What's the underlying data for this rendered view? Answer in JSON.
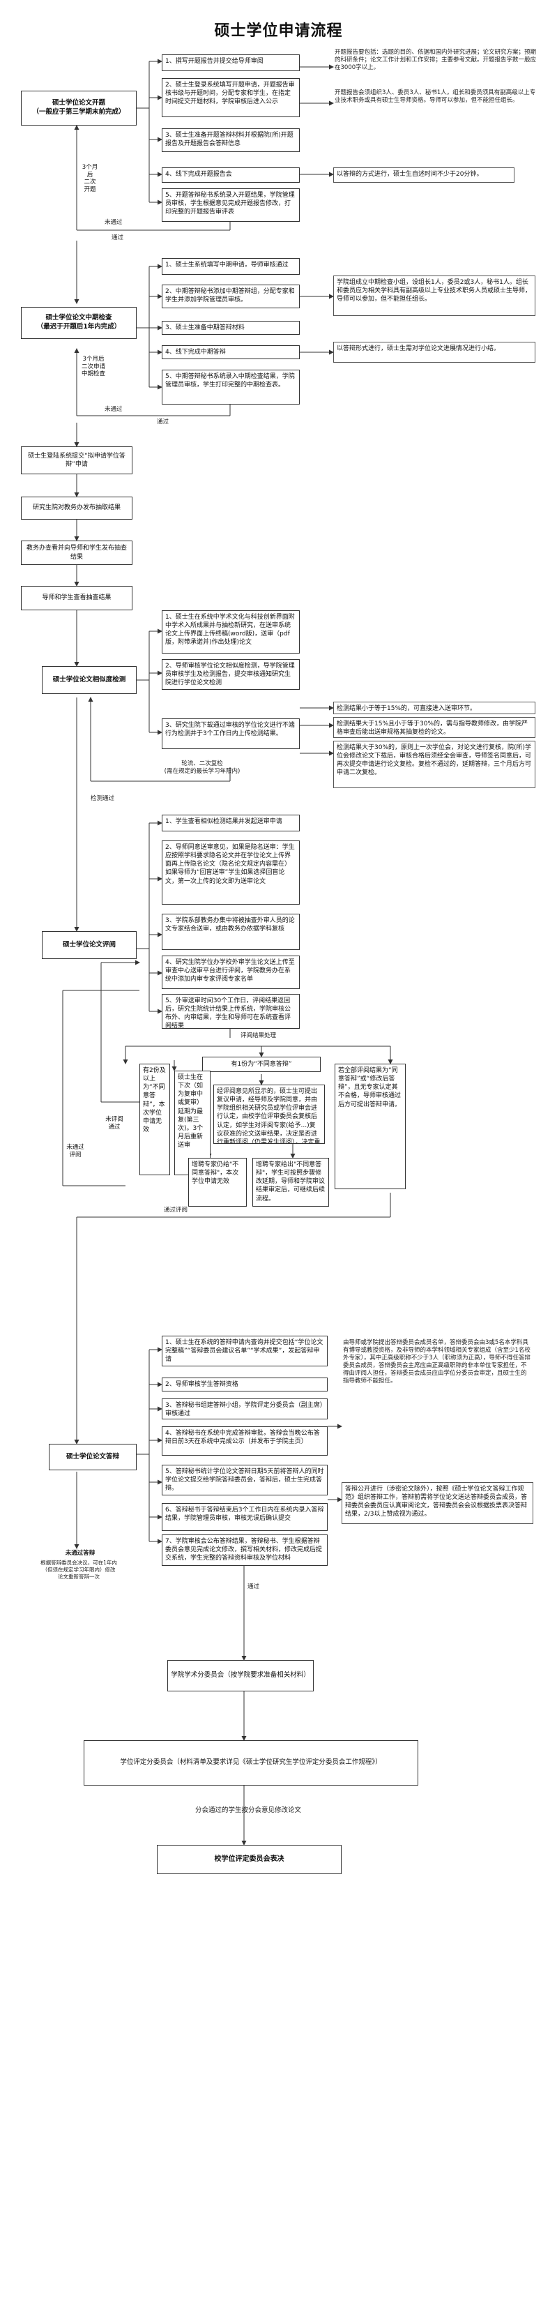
{
  "title": "硕士学位申请流程",
  "stage1": {
    "main": "硕士学位论文开题\n（一般应于第三学期末前完成）",
    "steps": [
      "1、撰写开题报告并提交给导师审阅",
      "2、硕士生登录系统填写开题申请，开题报告审核书级与开题时间，分配专家和学生，在指定时间提交开题材料，学院审核后进入公示",
      "3、硕士生准备开题答辩材料并根据院(所)开题报告及开题报告会答辩信息",
      "4、线下完成开题报告会",
      "5、开题答辩秘书系统录入开题结果，学院管理员审核，学生根据意见完成开题报告修改，打印完整的开题报告审评表"
    ],
    "notes": [
      "开题报告要包括：选题的目的、依据和国内外研究进展；论文研究方案；预期的科研条件；论文工作计划和工作安排；主要参考文献。开题报告字数一般应在3000字以上。",
      "开题报告会须组织3人、委员3人、秘书1人，组长和委员须具有副高级以上专业技术职务或具有硕士生导师资格。导师可以参加，但不能担任组长。",
      "以答辩的方式进行，硕士生自述时间不少于20分钟。"
    ],
    "loop": "3个月后\n二次\n开题",
    "fail": "未通过",
    "pass": "通过"
  },
  "stage2": {
    "main": "硕士学位论文中期检查\n（最迟于开题后1年内完成）",
    "steps": [
      "1、硕士生系统填写中期申请，导师审核通过",
      "2、中期答辩秘书添加中期答辩组，分配专家和学生并添加学院管理员审核。",
      "3、硕士生准备中期答辩材料",
      "4、线下完成中期答辩",
      "5、中期答辩秘书系统录入中期检查结果，学院管理员审核，学生打印完整的中期检查表。"
    ],
    "notes": [
      "学院组成立中期检查小组，设组长1人，委员2或3人，秘书1人。组长和委员应为相关学科具有副高级以上专业技术职务人员或硕士生导师，导师可以参加，但不能担任组长。",
      "以答辩形式进行，硕士生需对学位论文进展情况进行小结。"
    ],
    "loop": "3个月后\n二次申请\n中期检查",
    "fail": "未通过",
    "pass": "通过"
  },
  "mid_steps": [
    "硕士生登陆系统提交“拟申请学位答辩”申请",
    "研究生院对教务办发布抽取结果",
    "教务办查看并向导师和学生发布抽查结果",
    "导师和学生查看抽查结果"
  ],
  "stage3": {
    "main": "硕士学位论文相似度检测",
    "steps": [
      "1、硕士生在系统中学术文化与科技创新界面附中学术入所成果并与抽检新研究，在送审系统论文上传界面上传终稿(word版)，送审（pdf版，附带承诺并)作出处理)论文",
      "2、导师审核学位论文相似度检测，导学院管理员审核学生及检测报告，提交审核通知研究生院进行学位论文检测",
      "3、研究生院下载通过审核的学位论文进行不端行为检测并于3个工作日内上传检测结果。"
    ],
    "notes": [
      "检测结果小于等于15%的，可直接进入送审环节。",
      "检测结果大于15%且小于等于30%的，需与指导教师修改，由学院严格审查后能出送审规格其抽复检的论文。",
      "检测结果大于30%的，原则上一次学位会，对论文进行复核，院(所)学位会修改论文下载后，审核合格后须经全会审查，导师签名同意后，可再次提交申请进行论文复检。复检不通过的，延期答辩，三个月后方可申请二次复检。"
    ],
    "loop": "轮流、二次复检\n(需在规定的最长学习年限内)",
    "pass": "检测通过"
  },
  "stage4": {
    "main": "硕士学位论文评阅",
    "steps": [
      "1、学生查看相似检测结果并发起送审申请",
      "2、导师同意送审意见，如果是隐名送审：学生应按照学科要求隐名论文并在学位论文上传界面再上传隐名论文（隐名论文规定内容需在）如果导师为“回盲送审”学生如果选择回盲论文，第一次上传的论文即为送审论文",
      "3、学院系部教务办集中将被抽查外审人员的论文专家结合送审，或由教务办依据学科复核",
      "4、研究生院学位办学校外审学生论文送上传至审查中心送审平台进行评阅，学院教务办在系统中添加内审专家评阅专家名单",
      "5、外审送审时间30个工作日，评阅结果返回后，研究生院统计结果上传系统，学院审核公布外、内审结果，学生和导师可在系统查看评阅结果"
    ],
    "result_label": "评阅结果处理",
    "branch_top": "有1份为“不同意答辩”",
    "branch_left": "有2份及以上为“不同意答辩”，本次学位申请无效",
    "branch_mid_left": "硕士生在下次（如为复审中或复审）延期为最复(第三次)。3个月后重新送审",
    "branch_mid": "经评阅意见所显示的，硕士生可提出复议申请，经导师及学院同意，并由学院组织相关研究员或学位评审会进行认定，由校学位评审委员会复核后认定，如学生对评阅专家(给予...)复议获准的论文送审结果，决定是否进行重新评阅（仍需发生评阅），决定重新评阅后，则另选送两位专家评审",
    "branch_bottom_left": "增聘专家仍给\"不同意答辩\"，本次学位申请无效",
    "branch_bottom_right": "增聘专家给出\"不同意答辩\"，学生可按照步骤修改延期，导师和学院审议结果审定后，可继续后续流程。",
    "branch_right": "若全部评阅结果为“同意答辩”或“修改后答辩”，且无专家认定其不合格，导师审核通过后方可提出答辩申请。",
    "side_labels": [
      "未评阅\n通过",
      "未通过\n评阅"
    ],
    "pass": "通过评阅"
  },
  "stage5": {
    "main": "硕士学位论文答辩",
    "steps": [
      "1、硕士生在系统的答辩申请内查询并提交包括“学位论文完整稿”“答辩委员会建议名单”“学术成果”，发起答辩申请",
      "2、导师审核学生答辩资格",
      "3、答辩秘书组建答辩小组，学院评定分委员会（副主席）审核通过",
      "4、答辩秘书在系统中完成答辩审批，答辩会当晚公布答辩日前3天在系统中完成公示（并发布于学院主页）",
      "5、答辩秘书统计学位论文答辩日期5天前将答辩人的同时学位论文提交给学院答辩委员会，答辩后，硕士生完成答辩。",
      "6、答辩秘书于答辩结束后3个工作日内在系统内录入答辩结果，学院管理员审核，审核无误后确认提交",
      "7、学院审核会公布答辩结果，答辩秘书、学生根据答辩委员会意见完成论文修改，撰写相关材料，修改完成后提交系统，学生完整的答辩资料审核及学位材料"
    ],
    "notes": [
      "由导师或学院提出答辩委员会成员名单，答辩委员会由3或5名本学科具有博导或教授资格，及非导师的本学科领域相关专家组成（含至少1名校外专家），其中正高级职称不少于3人（职称须为正高），导师不得任答辩委员会成员，答辩委员会主席应由正高级职称的非本单位专家担任，不得由评阅人担任，答辩委员会成员应由学位分委员会审定，且硕士生的指导教师不能担任。",
      "答辩公开进行（涉密论文除外），按照《硕士学位论文答辩工作规范》组织答辩工作，答辩前需将学位论文送达答辩委员会成员，答辩委员会委员应认真审阅论文，答辩委员会会议根据投票表决答辩结果，2/3以上赞成视为通过。"
    ],
    "fail_title": "未通过答辩",
    "fail_text": "根据答辩委员会决议，可在1年内（但须在规定学习年限内）修改论文重新答辩一次",
    "pass": "通过"
  },
  "final": {
    "box1": "学院学术分委员会（按学院要求准备相关材料）",
    "box2": "学位评定分委员会（材料清单及要求详见《硕士学位研究生学位评定分委员会工作规程》）",
    "between": "分会通过的学生按分会意见修改论文",
    "box3": "校学位评定委员会表决"
  }
}
